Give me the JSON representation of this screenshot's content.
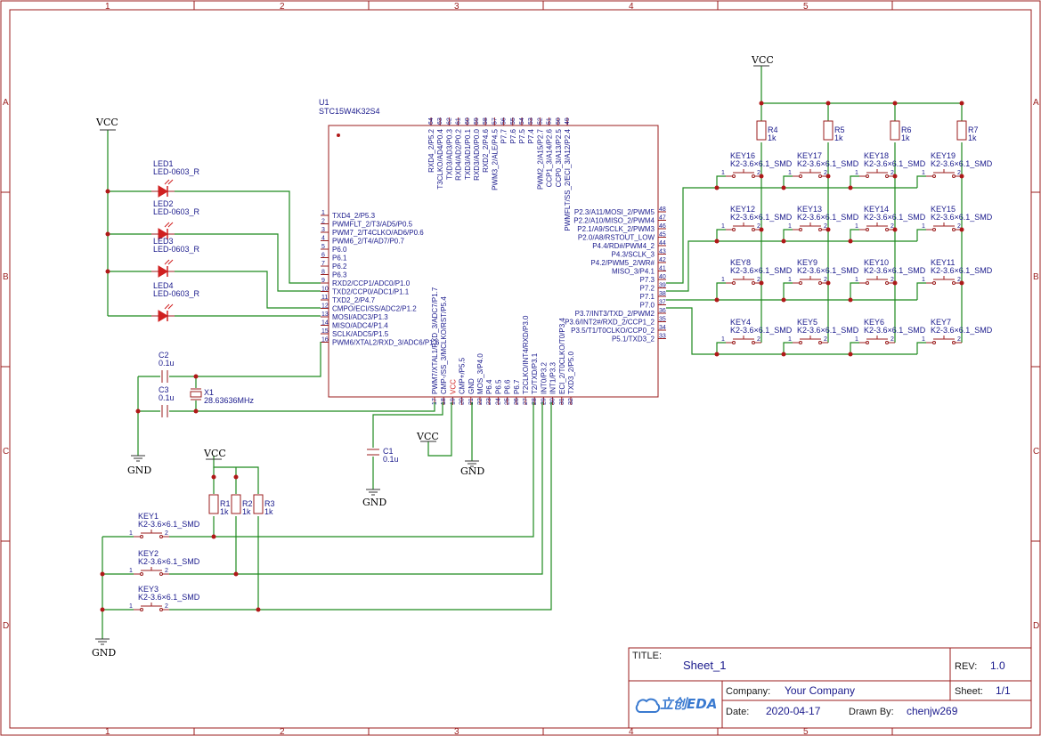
{
  "frame": {
    "col_labels": [
      "1",
      "2",
      "3",
      "4",
      "5"
    ],
    "row_labels": [
      "A",
      "B",
      "C",
      "D"
    ]
  },
  "u1": {
    "ref": "U1",
    "part": "STC15W4K32S4",
    "left_pins": [
      {
        "num": "1",
        "name": "TXD4_2/P5.3"
      },
      {
        "num": "2",
        "name": "PWMFLT_2/T3/AD5/P0.5"
      },
      {
        "num": "3",
        "name": "PWM7_2/T4CLKO/AD6/P0.6"
      },
      {
        "num": "4",
        "name": "PWM6_2/T4/AD7/P0.7"
      },
      {
        "num": "5",
        "name": "P6.0"
      },
      {
        "num": "6",
        "name": "P6.1"
      },
      {
        "num": "7",
        "name": "P6.2"
      },
      {
        "num": "8",
        "name": "P6.3"
      },
      {
        "num": "9",
        "name": "RXD2/CCP1/ADC0/P1.0"
      },
      {
        "num": "10",
        "name": "TXD2/CCP0/ADC1/P1.1"
      },
      {
        "num": "11",
        "name": "TXD2_2/P4.7"
      },
      {
        "num": "12",
        "name": "CMPO/ECI/SS/ADC2/P1.2"
      },
      {
        "num": "13",
        "name": "MOSI/ADC3/P1.3"
      },
      {
        "num": "14",
        "name": "MISO/ADC4/P1.4"
      },
      {
        "num": "15",
        "name": "SCLK/ADC5/P1.5"
      },
      {
        "num": "16",
        "name": "PWM6/XTAL2/RXD_3/ADC6/P1.6"
      }
    ],
    "right_pins": [
      {
        "num": "48",
        "name": "P2.3/A11/MOSI_2/PWM5"
      },
      {
        "num": "47",
        "name": "P2.2/A10/MISO_2/PWM4"
      },
      {
        "num": "46",
        "name": "P2.1/A9/SCLK_2/PWM3"
      },
      {
        "num": "45",
        "name": "P2.0/A8/RSTOUT_LOW"
      },
      {
        "num": "44",
        "name": "P4.4/RD#/PWM4_2"
      },
      {
        "num": "43",
        "name": "P4.3/SCLK_3"
      },
      {
        "num": "42",
        "name": "P4.2/PWM5_2/WR#"
      },
      {
        "num": "41",
        "name": "MISO_3/P4.1"
      },
      {
        "num": "40",
        "name": "P7.3"
      },
      {
        "num": "39",
        "name": "P7.2"
      },
      {
        "num": "38",
        "name": "P7.1"
      },
      {
        "num": "37",
        "name": "P7.0"
      },
      {
        "num": "36",
        "name": "P3.7/INT3/TXD_2/PWM2"
      },
      {
        "num": "35",
        "name": "P3.6/INT2#/RXD_2/CCP1_2"
      },
      {
        "num": "34",
        "name": "P3.5/T1/T0CLKO/CCP0_2"
      },
      {
        "num": "33",
        "name": "P5.1/TXD3_2"
      }
    ],
    "top_pins": [
      {
        "num": "64",
        "name": "RXD4_2/P5.2"
      },
      {
        "num": "63",
        "name": "T3CLKO/AD4/P0.4"
      },
      {
        "num": "62",
        "name": "TXD3/AD3/P0.3"
      },
      {
        "num": "61",
        "name": "RXD4/AD2/P0.2"
      },
      {
        "num": "60",
        "name": "TXD3/AD1/P0.1"
      },
      {
        "num": "59",
        "name": "RXD3/AD0/P0.0"
      },
      {
        "num": "58",
        "name": "RXD2_2/P4.6"
      },
      {
        "num": "57",
        "name": "PWM3_2/ALE/P4.5"
      },
      {
        "num": "56",
        "name": "P7.7"
      },
      {
        "num": "55",
        "name": "P7.6"
      },
      {
        "num": "54",
        "name": "P7.5"
      },
      {
        "num": "53",
        "name": "P7.4"
      },
      {
        "num": "52",
        "name": "PWM2_2/A15/P2.7"
      },
      {
        "num": "51",
        "name": "CCP1_3/A14/P2.6"
      },
      {
        "num": "50",
        "name": "CCP0_3/A13/P2.5"
      },
      {
        "num": "49",
        "name": "PWMFLT/SS_2/ECI_3/A12/P2.4"
      }
    ],
    "bottom_pins": [
      {
        "num": "17",
        "name": "PWM7/XTAL1/RXD_3/ADC7/P1.7"
      },
      {
        "num": "18",
        "name": "CMP-/SS_3/MCLKO/RST/P5.4"
      },
      {
        "num": "19",
        "name": "VCC"
      },
      {
        "num": "20",
        "name": "CMP+/P5.5"
      },
      {
        "num": "21",
        "name": "GND"
      },
      {
        "num": "22",
        "name": "MOS_3/P4.0"
      },
      {
        "num": "23",
        "name": "P6.4"
      },
      {
        "num": "24",
        "name": "P6.5"
      },
      {
        "num": "25",
        "name": "P6.6"
      },
      {
        "num": "26",
        "name": "P6.7"
      },
      {
        "num": "27",
        "name": "T2CLKO/INT4/RXD/P3.0"
      },
      {
        "num": "28",
        "name": "T2/TXD/P3.1"
      },
      {
        "num": "29",
        "name": "INT0/P3.2"
      },
      {
        "num": "30",
        "name": "INT1/P3.3"
      },
      {
        "num": "31",
        "name": "ECI_2/T0CLKO/T0/P3.4"
      },
      {
        "num": "32",
        "name": "TXD3_2/P5.0"
      }
    ]
  },
  "power": {
    "vcc": "VCC",
    "gnd": "GND"
  },
  "leds": [
    {
      "ref": "LED1",
      "part": "LED-0603_R"
    },
    {
      "ref": "LED2",
      "part": "LED-0603_R"
    },
    {
      "ref": "LED3",
      "part": "LED-0603_R"
    },
    {
      "ref": "LED4",
      "part": "LED-0603_R"
    }
  ],
  "caps": [
    {
      "ref": "C2",
      "value": "0.1u"
    },
    {
      "ref": "C3",
      "value": "0.1u"
    },
    {
      "ref": "C1",
      "value": "0.1u"
    }
  ],
  "crystal": {
    "ref": "X1",
    "value": "28.63636MHz"
  },
  "resistors": [
    {
      "ref": "R1",
      "value": "1k"
    },
    {
      "ref": "R2",
      "value": "1k"
    },
    {
      "ref": "R3",
      "value": "1k"
    },
    {
      "ref": "R4",
      "value": "1k"
    },
    {
      "ref": "R5",
      "value": "1k"
    },
    {
      "ref": "R6",
      "value": "1k"
    },
    {
      "ref": "R7",
      "value": "1k"
    }
  ],
  "key_part": "K2-3.6×6.1_SMD",
  "left_keys": [
    "KEY1",
    "KEY2",
    "KEY3"
  ],
  "matrix_keys": [
    [
      "KEY16",
      "KEY17",
      "KEY18",
      "KEY19"
    ],
    [
      "KEY12",
      "KEY13",
      "KEY14",
      "KEY15"
    ],
    [
      "KEY8",
      "KEY9",
      "KEY10",
      "KEY11"
    ],
    [
      "KEY4",
      "KEY5",
      "KEY6",
      "KEY7"
    ]
  ],
  "title_block": {
    "title_label": "TITLE:",
    "title": "Sheet_1",
    "rev_label": "REV:",
    "rev": "1.0",
    "company_label": "Company:",
    "company": "Your Company",
    "sheet_label": "Sheet:",
    "sheet": "1/1",
    "date_label": "Date:",
    "date": "2020-04-17",
    "drawn_label": "Drawn By:",
    "drawn": "chenjw269",
    "logo_text": "立创EDA"
  }
}
